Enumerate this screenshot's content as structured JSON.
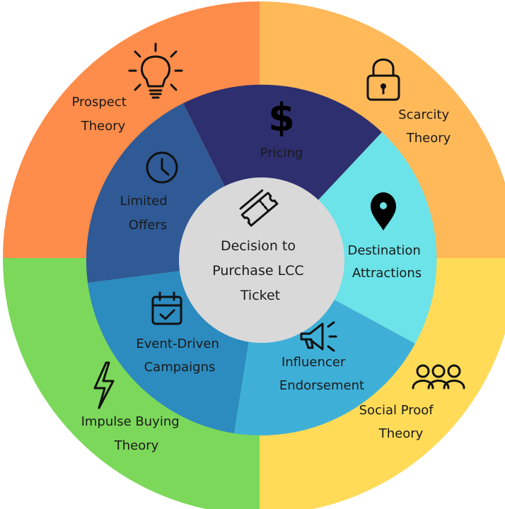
{
  "colors": {
    "outer_top_left": "#FE8C4A",
    "outer_top_right": "#FFB959",
    "outer_bottom_right": "#FFDB58",
    "outer_bottom_left": "#7CD85A",
    "inner_pricing": "#2E2F6E",
    "inner_destination": "#6BE3E8",
    "inner_influencer": "#3EB0D8",
    "inner_event": "#2C8BBF",
    "inner_limited": "#2F5A96",
    "center": "#D9D9D9"
  },
  "outer": {
    "prospect": [
      "Prospect",
      "Theory"
    ],
    "scarcity": [
      "Scarcity",
      "Theory"
    ],
    "social": [
      "Social Proof",
      "Theory"
    ],
    "impulse": [
      "Impulse Buying",
      "Theory"
    ]
  },
  "inner": {
    "pricing": [
      "Pricing"
    ],
    "destination": [
      "Destination",
      "Attractions"
    ],
    "influencer": [
      "Influencer",
      "Endorsement"
    ],
    "event": [
      "Event-Driven",
      "Campaigns"
    ],
    "limited": [
      "Limited",
      "Offers"
    ]
  },
  "center": [
    "Decision to",
    "Purchase LCC",
    "Ticket"
  ],
  "icons": {
    "prospect": "lightbulb-icon",
    "scarcity": "padlock-icon",
    "social": "people-group-icon",
    "impulse": "lightning-bolt-icon",
    "pricing": "dollar-sign-icon",
    "destination": "map-pin-icon",
    "influencer": "megaphone-icon",
    "event": "calendar-check-icon",
    "limited": "clock-icon",
    "center": "ticket-icon"
  }
}
